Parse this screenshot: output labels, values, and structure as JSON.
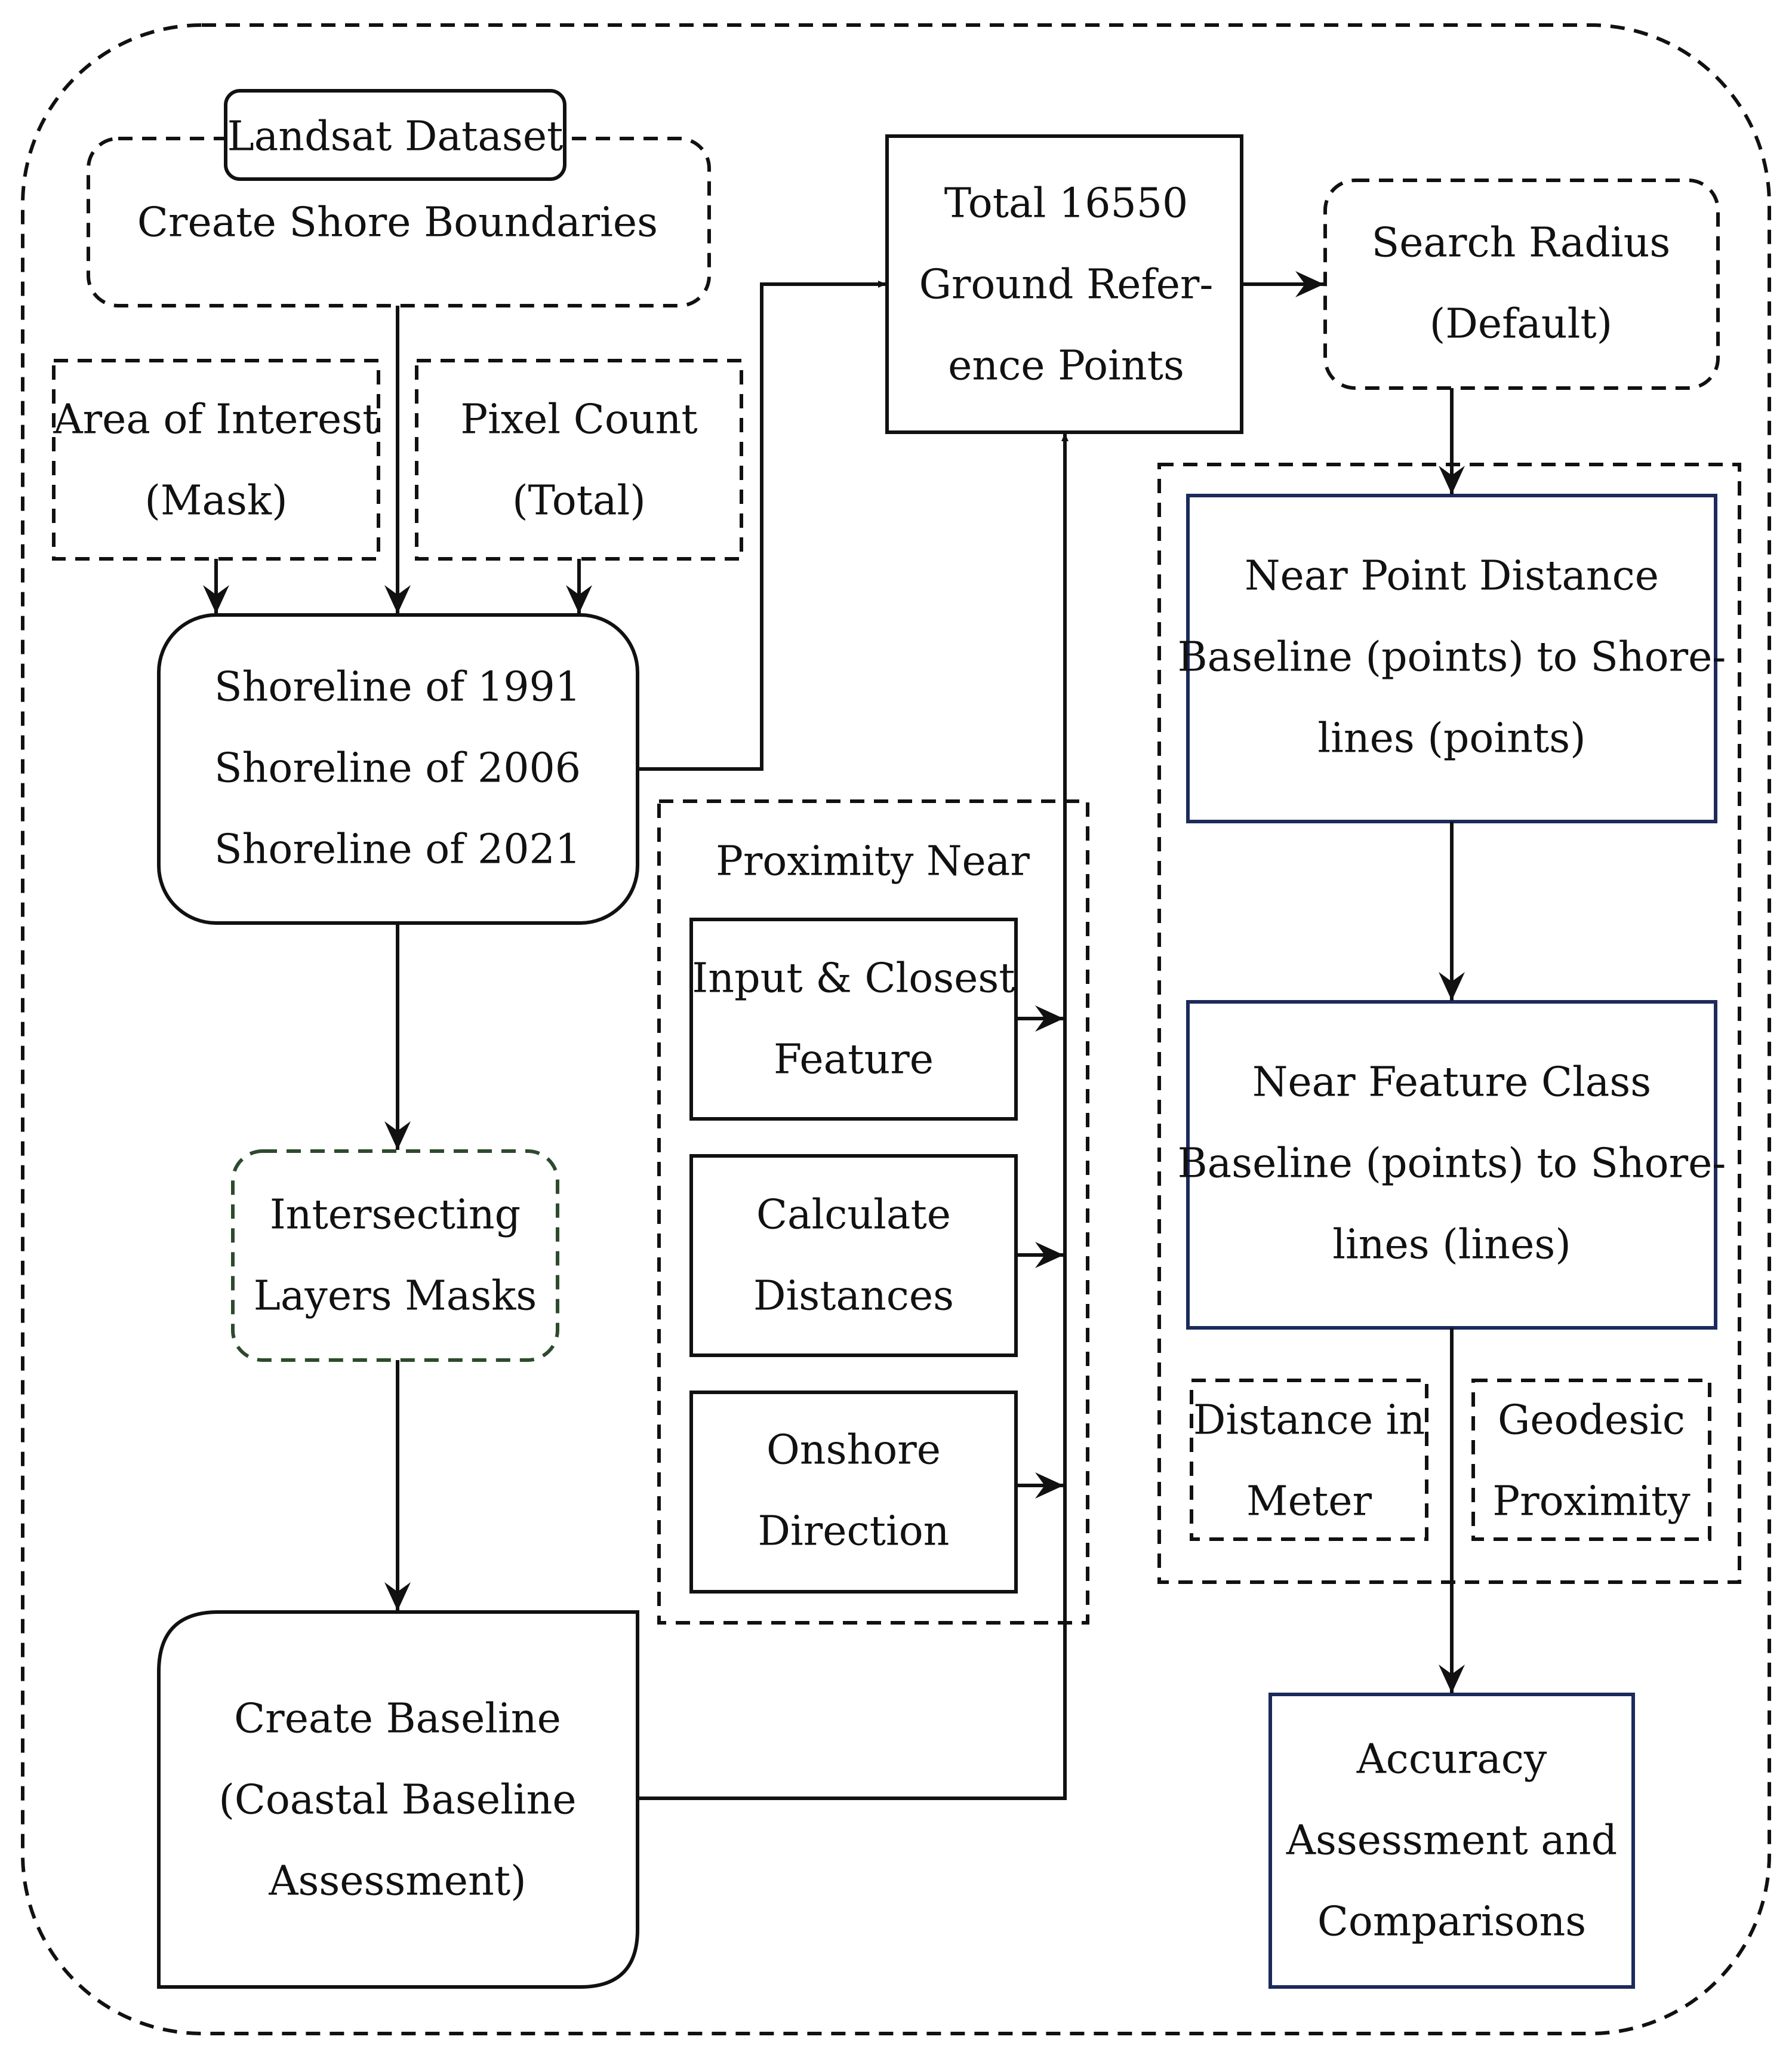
{
  "diagram": {
    "landsat_dataset": "Landsat Dataset",
    "create_shore_boundaries": "Create Shore Boundaries",
    "area_of_interest": [
      "Area of Interest",
      "(Mask)"
    ],
    "pixel_count": [
      "Pixel Count",
      "(Total)"
    ],
    "shorelines": [
      "Shoreline of 1991",
      "Shoreline of 2006",
      "Shoreline of 2021"
    ],
    "intersecting_layers": [
      "Intersecting",
      "Layers Masks"
    ],
    "create_baseline": [
      "Create Baseline",
      "(Coastal Baseline",
      "Assessment)"
    ],
    "ground_reference": [
      "Total 16550",
      "Ground Refer-",
      "ence Points"
    ],
    "proximity_near": {
      "title": "Proximity Near",
      "input_closest": [
        "Input & Closest",
        "Feature"
      ],
      "calculate_distances": [
        "Calculate",
        "Distances"
      ],
      "onshore_direction": [
        "Onshore",
        "Direction"
      ]
    },
    "search_radius": [
      "Search Radius",
      "(Default)"
    ],
    "near_point_distance": [
      "Near Point Distance",
      "Baseline (points) to Shore-",
      "lines (points)"
    ],
    "near_feature_class": [
      "Near Feature Class",
      "Baseline (points) to Shore-",
      "lines (lines)"
    ],
    "distance_in_meter": [
      "Distance in",
      "Meter"
    ],
    "geodesic_proximity": [
      "Geodesic",
      "Proximity"
    ],
    "accuracy_assessment": [
      "Accuracy",
      "Assessment and",
      "Comparisons"
    ]
  },
  "colors": {
    "stroke": "#111111",
    "navy": "#1c2a5c",
    "dark_green": "#2d4a2d"
  }
}
